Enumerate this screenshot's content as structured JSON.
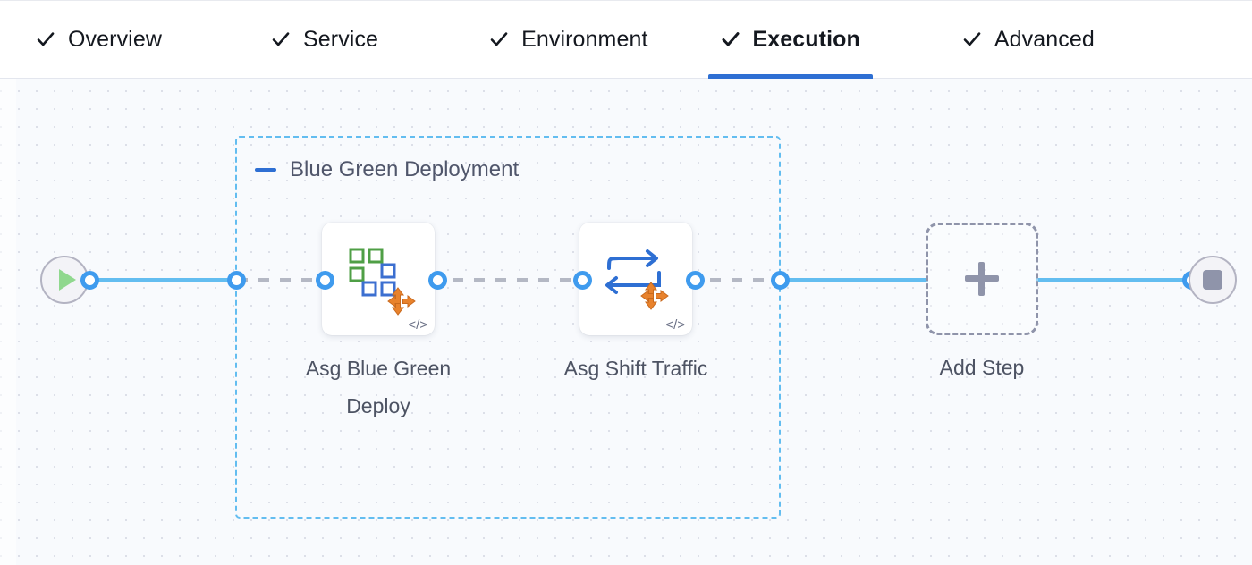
{
  "tabs": [
    {
      "label": "Overview",
      "icon": "check-icon",
      "completed": true,
      "active": false
    },
    {
      "label": "Service",
      "icon": "check-icon",
      "completed": true,
      "active": false
    },
    {
      "label": "Environment",
      "icon": "check-icon",
      "completed": true,
      "active": false
    },
    {
      "label": "Execution",
      "icon": "check-icon",
      "completed": true,
      "active": true
    },
    {
      "label": "Advanced",
      "icon": "check-icon",
      "completed": true,
      "active": false
    }
  ],
  "canvas": {
    "start_node": {
      "icon": "play-icon",
      "name": "pipeline-start"
    },
    "end_node": {
      "icon": "stop-icon",
      "name": "pipeline-end"
    },
    "group": {
      "title": "Blue Green Deployment",
      "collapse_icon": "minus-icon"
    },
    "steps": [
      {
        "label": "Asg Blue Green Deploy",
        "icon": "asg-blue-green-deploy-icon",
        "badge": "</>"
      },
      {
        "label": "Asg Shift Traffic",
        "icon": "asg-shift-traffic-icon",
        "badge": "</>"
      }
    ],
    "add_step": {
      "label": "Add Step",
      "icon": "plus-icon"
    }
  },
  "colors": {
    "accent_blue": "#2e6fd3",
    "edge_blue": "#63bdf0",
    "port_blue": "#3f9bee",
    "group_border": "#63bdf0",
    "dashed_gray": "#b4b8c4",
    "text_gray": "#4d5363",
    "icon_green": "#4f9f46",
    "icon_blue": "#3c6fd0",
    "icon_orange": "#e8822c",
    "canvas_bg": "#f8fafd"
  }
}
